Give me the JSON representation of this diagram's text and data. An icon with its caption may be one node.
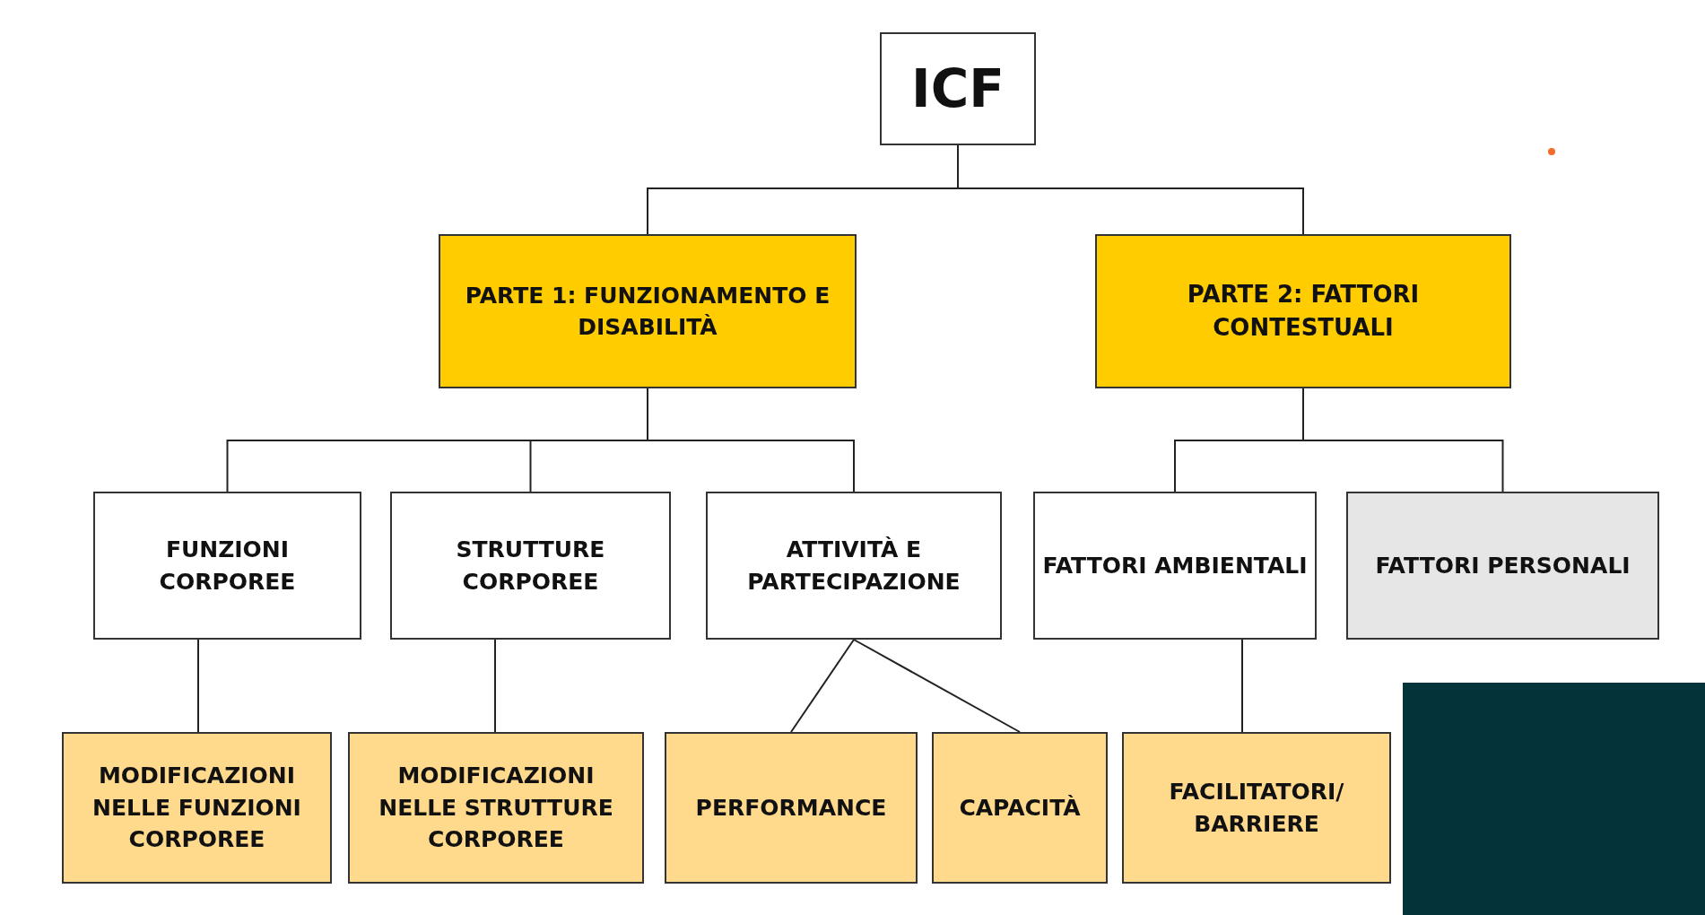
{
  "diagram": {
    "nodes": [
      {
        "text": [
          "ICF"
        ]
      },
      {
        "text": [
          "PARTE 1: FUNZIONAMENTO E DISABILITÀ"
        ]
      },
      {
        "text": [
          "PARTE 2: FATTORI CONTESTUALI"
        ]
      },
      {
        "text": [
          "FUNZIONI CORPOREE"
        ]
      },
      {
        "text": [
          "STRUTTURE CORPOREE"
        ]
      },
      {
        "text": [
          "ATTIVITÀ E PARTECIPAZIONE"
        ]
      },
      {
        "text": [
          "FATTORI AMBIENTALI"
        ]
      },
      {
        "text": [
          "FATTORI PERSONALI"
        ]
      },
      {
        "text": [
          "MODIFICAZIONI NELLE FUNZIONI CORPOREE"
        ]
      },
      {
        "text": [
          "MODIFICAZIONI NELLE STRUTTURE CORPOREE"
        ]
      },
      {
        "text": [
          "PERFORMANCE"
        ]
      },
      {
        "text": [
          "CAPACITÀ"
        ]
      },
      {
        "text": [
          "FACILITATORI/ BARRIERE"
        ]
      }
    ],
    "edges": [
      {
        "from": 0,
        "to": 1,
        "arrow": "none"
      },
      {
        "from": 0,
        "to": 2,
        "arrow": "none"
      },
      {
        "from": 1,
        "to": 3,
        "arrow": "none"
      },
      {
        "from": 1,
        "to": 4,
        "arrow": "none"
      },
      {
        "from": 1,
        "to": 5,
        "arrow": "none"
      },
      {
        "from": 2,
        "to": 6,
        "arrow": "none"
      },
      {
        "from": 2,
        "to": 7,
        "arrow": "none"
      },
      {
        "from": 3,
        "to": 8,
        "arrow": "none"
      },
      {
        "from": 4,
        "to": 9,
        "arrow": "none"
      },
      {
        "from": 5,
        "to": 10,
        "arrow": "none"
      },
      {
        "from": 5,
        "to": 11,
        "arrow": "none"
      },
      {
        "from": 6,
        "to": 12,
        "arrow": "none"
      }
    ]
  }
}
